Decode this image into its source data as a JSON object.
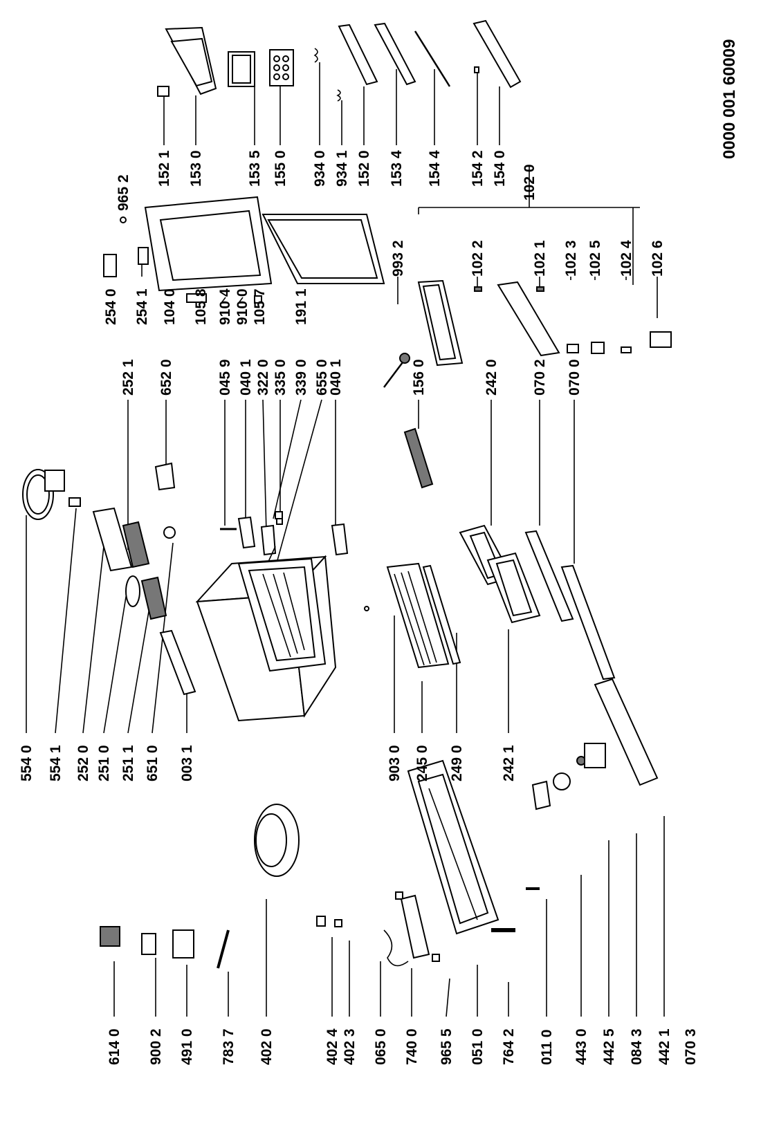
{
  "document_code": "0000 001 60009",
  "labels": {
    "l6140": "614 0",
    "l9002": "900 2",
    "l4910": "491 0",
    "l7837": "783 7",
    "l4020": "402 0",
    "l4024": "402 4",
    "l4023": "402 3",
    "l0650": "065 0",
    "l7400": "740 0",
    "l9655": "965 5",
    "l0510": "051 0",
    "l7642": "764 2",
    "l0110": "011 0",
    "l4430": "443 0",
    "l4425": "442 5",
    "l0843": "084 3",
    "l4421": "442 1",
    "l0703": "070 3",
    "l5540": "554 0",
    "l5541": "554 1",
    "l2520": "252 0",
    "l2510": "251 0",
    "l2511": "251 1",
    "l6510": "651 0",
    "l0031": "003 1",
    "l9030": "903 0",
    "l2450": "245 0",
    "l2490": "249 0",
    "l2421": "242 1",
    "l2521": "252 1",
    "l6520": "652 0",
    "l0459": "045 9",
    "l0401a": "040 1",
    "l3220": "322 0",
    "l3350": "335 0",
    "l3390": "339 0",
    "l6550": "655 0",
    "l0401b": "040 1",
    "l1560": "156 0",
    "l2420": "242 0",
    "l0702": "070 2",
    "l0700": "070 0",
    "l2540": "254 0",
    "l2541": "254 1",
    "l1040": "104 0",
    "l1058": "105 8",
    "l9104": "910 4",
    "l9100": "910 0",
    "l1057": "105 7",
    "l1911": "191 1",
    "l9932": "993 2",
    "l9652": "965 2",
    "l1522": "102 2",
    "l1021": "102 1",
    "l1023": "102 3",
    "l1025": "102 5",
    "l1024": "102 4",
    "l1026": "102 6",
    "l1020": "102 0",
    "l1521": "152 1",
    "l1530": "153 0",
    "l1535": "153 5",
    "l1550": "155 0",
    "l9340": "934 0",
    "l9341": "934 1",
    "l1520": "152 0",
    "l1534": "153 4",
    "l1544": "154 4",
    "l1542": "154 2",
    "l1540": "154 0"
  }
}
